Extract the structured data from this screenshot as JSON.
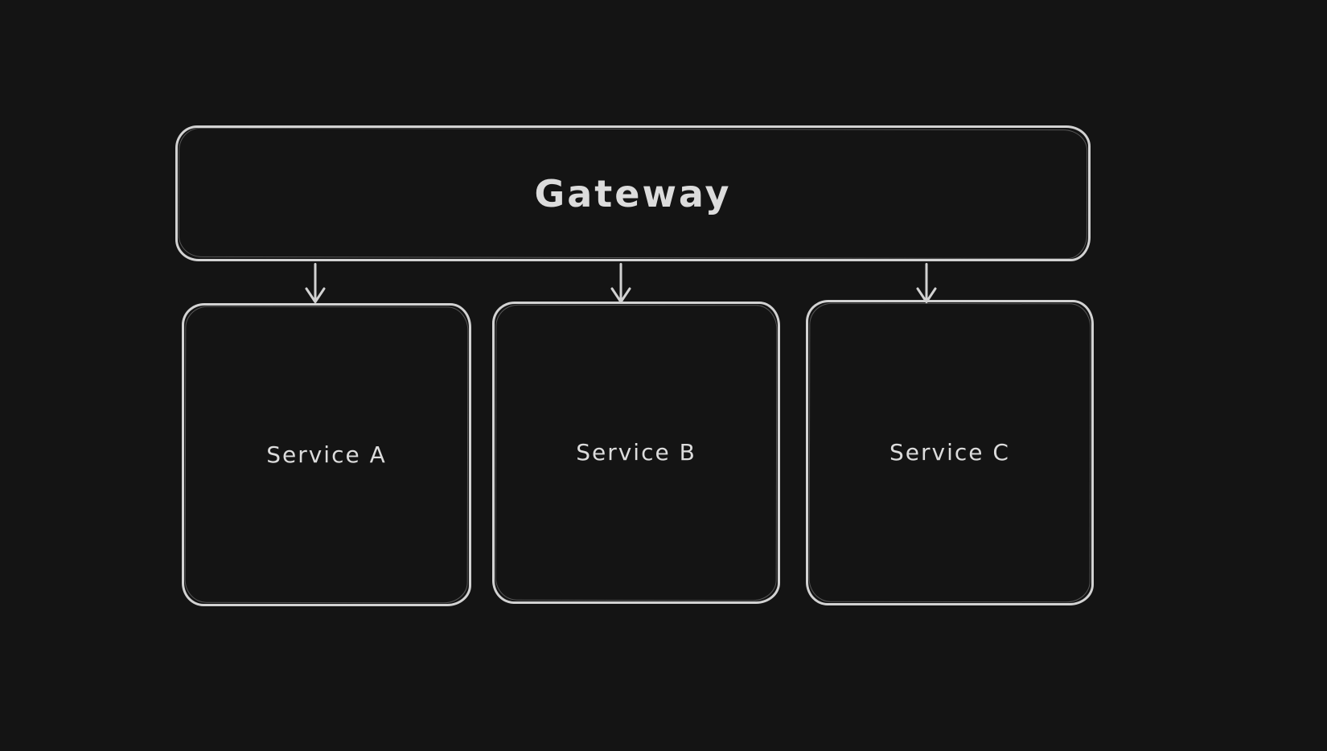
{
  "canvas": {
    "background_color": "#141414",
    "stroke_color": "#d2d2d2",
    "text_color": "#dcdcdc",
    "style": "hand-drawn-whiteboard"
  },
  "diagram": {
    "type": "flowchart",
    "direction": "top-down",
    "nodes": [
      {
        "id": "gateway",
        "label": "Gateway",
        "shape": "rounded-rectangle"
      },
      {
        "id": "service-a",
        "label": "Service A",
        "shape": "rounded-rectangle"
      },
      {
        "id": "service-b",
        "label": "Service B",
        "shape": "rounded-rectangle"
      },
      {
        "id": "service-c",
        "label": "Service C",
        "shape": "rounded-rectangle"
      }
    ],
    "edges": [
      {
        "from": "gateway",
        "to": "service-a",
        "style": "arrow-down"
      },
      {
        "from": "gateway",
        "to": "service-b",
        "style": "arrow-down"
      },
      {
        "from": "gateway",
        "to": "service-c",
        "style": "arrow-down"
      }
    ]
  }
}
